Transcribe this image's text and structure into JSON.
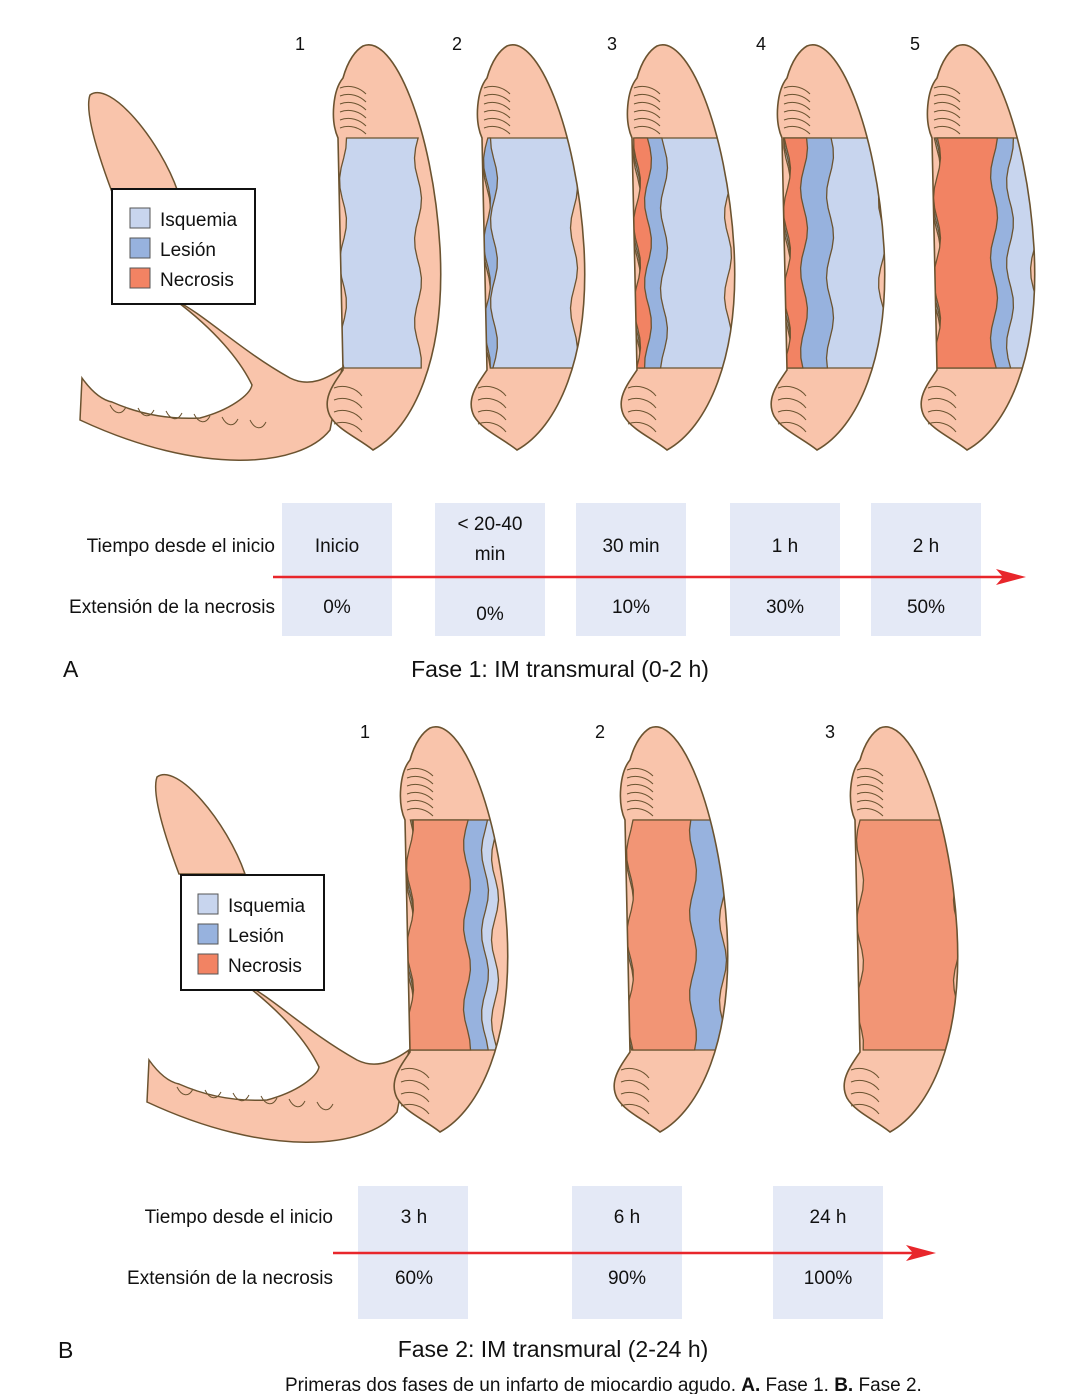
{
  "colors": {
    "tissue": "#f9c4ab",
    "isquemia": "#c8d5ee",
    "lesion": "#97b2de",
    "necrosis": "#f28363",
    "necrosis_phase2": "#f29575",
    "outline": "#6b5330",
    "timeline_box": "#e4e9f6",
    "arrow": "#e8262b"
  },
  "legend": {
    "items": [
      {
        "label": "Isquemia",
        "color": "#c8d5ee"
      },
      {
        "label": "Lesión",
        "color": "#97b2de"
      },
      {
        "label": "Necrosis",
        "color": "#f28363"
      }
    ]
  },
  "phase1": {
    "panel_letter": "A",
    "title": "Fase 1: IM transmural (0-2 h)",
    "row_labels": {
      "time": "Tiempo desde el inicio",
      "extent": "Extensión de la necrosis"
    },
    "stages": [
      {
        "number": "1",
        "time": "Inicio",
        "extent": "0%"
      },
      {
        "number": "2",
        "time_line1": "< 20-40",
        "time_line2": "min",
        "extent": "0%"
      },
      {
        "number": "3",
        "time": "30 min",
        "extent": "10%"
      },
      {
        "number": "4",
        "time": "1 h",
        "extent": "30%"
      },
      {
        "number": "5",
        "time": "2 h",
        "extent": "50%"
      }
    ]
  },
  "phase2": {
    "panel_letter": "B",
    "title": "Fase 2: IM transmural (2-24 h)",
    "row_labels": {
      "time": "Tiempo desde el inicio",
      "extent": "Extensión de la necrosis"
    },
    "stages": [
      {
        "number": "1",
        "time": "3 h",
        "extent": "60%"
      },
      {
        "number": "2",
        "time": "6 h",
        "extent": "90%"
      },
      {
        "number": "3",
        "time": "24 h",
        "extent": "100%"
      }
    ]
  },
  "caption": {
    "text": "Primeras dos fases de un infarto de miocardio agudo. ",
    "a_label": "A.",
    "a_text": " Fase 1. ",
    "b_label": "B.",
    "b_text": " Fase 2."
  }
}
